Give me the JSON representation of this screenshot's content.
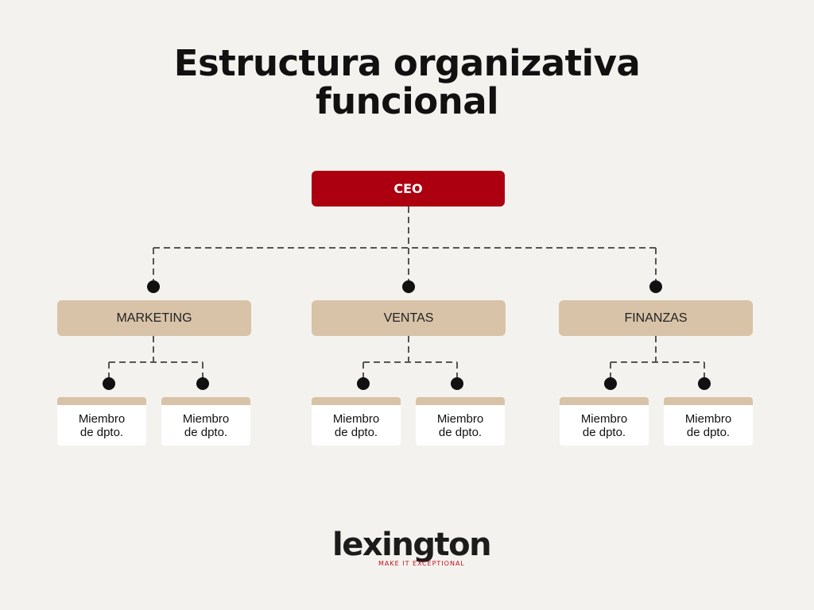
{
  "title": {
    "line1": "Estructura organizativa",
    "line2": "funcional"
  },
  "ceo": {
    "label": "CEO"
  },
  "departments": [
    {
      "label": "MARKETING",
      "members": [
        "Miembro de dpto.",
        "Miembro de dpto."
      ]
    },
    {
      "label": "VENTAS",
      "members": [
        "Miembro de dpto.",
        "Miembro de dpto."
      ]
    },
    {
      "label": "FINANZAS",
      "members": [
        "Miembro de dpto.",
        "Miembro de dpto."
      ]
    }
  ],
  "member_label": {
    "line1": "Miembro",
    "line2": "de dpto."
  },
  "logo": {
    "word": "lexington",
    "tagline": "MAKE IT  EXCEPTIONAL"
  },
  "colors": {
    "background": "#f4f2ee",
    "ceo": "#ac0010",
    "department": "#d8c3a8",
    "member": "#ffffff",
    "connector": "#555555"
  }
}
